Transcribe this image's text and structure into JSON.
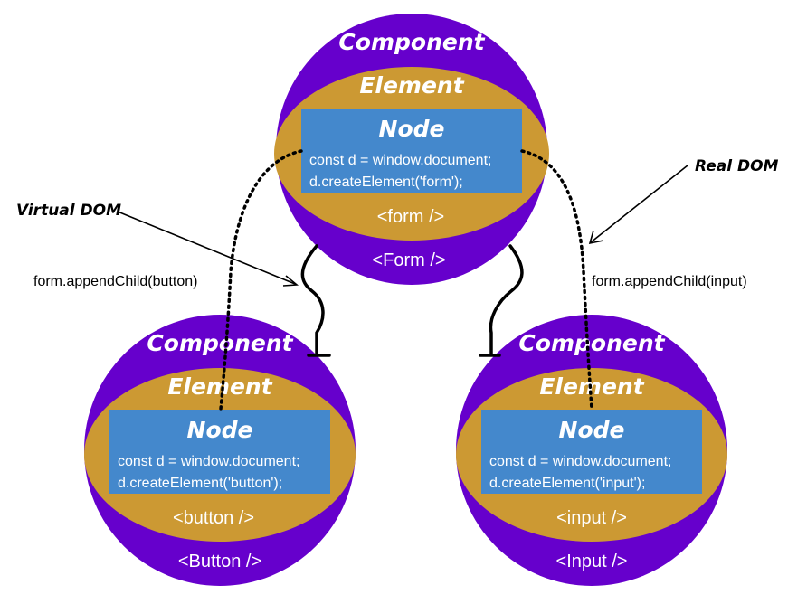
{
  "annotations": {
    "virtual_dom": "Virtual DOM",
    "real_dom": "Real DOM",
    "left_edge": "form.appendChild(button)",
    "right_edge": "form.appendChild(input)"
  },
  "components": [
    {
      "id": "form",
      "component_label": "Component",
      "element_label": "Element",
      "node_label": "Node",
      "code_line_1": "const d = window.document;",
      "code_line_2": "d.createElement('form');",
      "element_tag": "<form />",
      "component_tag": "<Form />"
    },
    {
      "id": "button",
      "component_label": "Component",
      "element_label": "Element",
      "node_label": "Node",
      "code_line_1": "const d = window.document;",
      "code_line_2": "d.createElement('button');",
      "element_tag": "<button />",
      "component_tag": "<Button />"
    },
    {
      "id": "input",
      "component_label": "Component",
      "element_label": "Element",
      "node_label": "Node",
      "code_line_1": "const d = window.document;",
      "code_line_2": "d.createElement('input');",
      "element_tag": "<input />",
      "component_tag": "<Input />"
    }
  ],
  "colors": {
    "component": "#6600cc",
    "element": "#cc9933",
    "node": "#4488cc",
    "text_light": "#ffffff",
    "line": "#000000"
  }
}
